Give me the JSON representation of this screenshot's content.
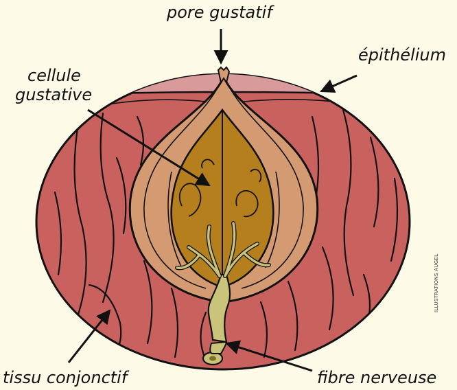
{
  "labels": {
    "pore": "pore gustatif",
    "epithelium": "épithélium",
    "cell_line1": "cellule",
    "cell_line2": "gustative",
    "tissue": "tissu conjonctif",
    "nerve": "fibre nerveuse"
  },
  "credit": "ILLUSTRATIONS AUGEL",
  "colors": {
    "background": "#fdfbe8",
    "connective_tissue": "#c9625f",
    "epithelium": "#d89a9a",
    "bud_outer": "#d49a72",
    "bud_inner": "#b57f1e",
    "nerve": "#c9c47a",
    "outline": "#111111"
  }
}
